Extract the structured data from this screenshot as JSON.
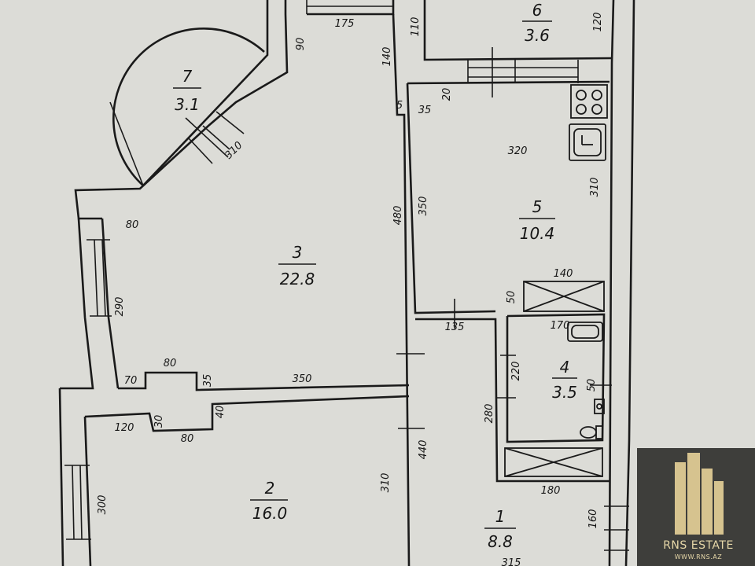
{
  "rooms": [
    {
      "id": "1",
      "number": "1",
      "area": "8.8"
    },
    {
      "id": "2",
      "number": "2",
      "area": "16.0"
    },
    {
      "id": "3",
      "number": "3",
      "area": "22.8"
    },
    {
      "id": "4",
      "number": "4",
      "area": "3.5"
    },
    {
      "id": "5",
      "number": "5",
      "area": "10.4"
    },
    {
      "id": "6",
      "number": "6",
      "area": "3.6"
    },
    {
      "id": "7",
      "number": "7",
      "area": "3.1"
    }
  ],
  "dimensions": [
    "175",
    "90",
    "140",
    "110",
    "120",
    "5",
    "35",
    "20",
    "320",
    "310",
    "350",
    "480",
    "80",
    "310",
    "290",
    "80",
    "70",
    "35",
    "350",
    "140",
    "50",
    "135",
    "170",
    "220",
    "50",
    "280",
    "440",
    "40",
    "120",
    "30",
    "80",
    "300",
    "310",
    "180",
    "160",
    "315"
  ],
  "brand": {
    "name": "RNS ESTATE",
    "url": "WWW.RNS.AZ",
    "color": "#e6d7a8"
  }
}
